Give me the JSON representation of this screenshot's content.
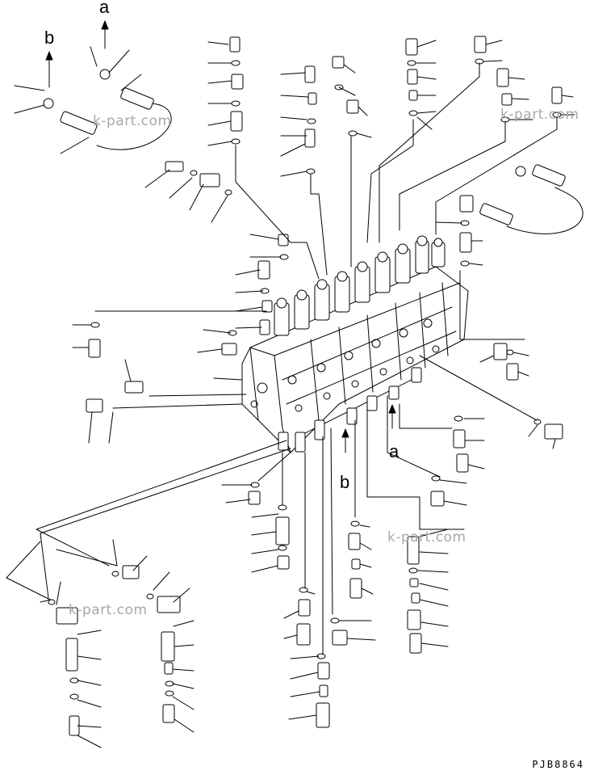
{
  "diagram": {
    "flow_labels": {
      "a": "a",
      "b": "b"
    },
    "watermark": "k-part.com",
    "drawing_code": "PJB8864"
  }
}
